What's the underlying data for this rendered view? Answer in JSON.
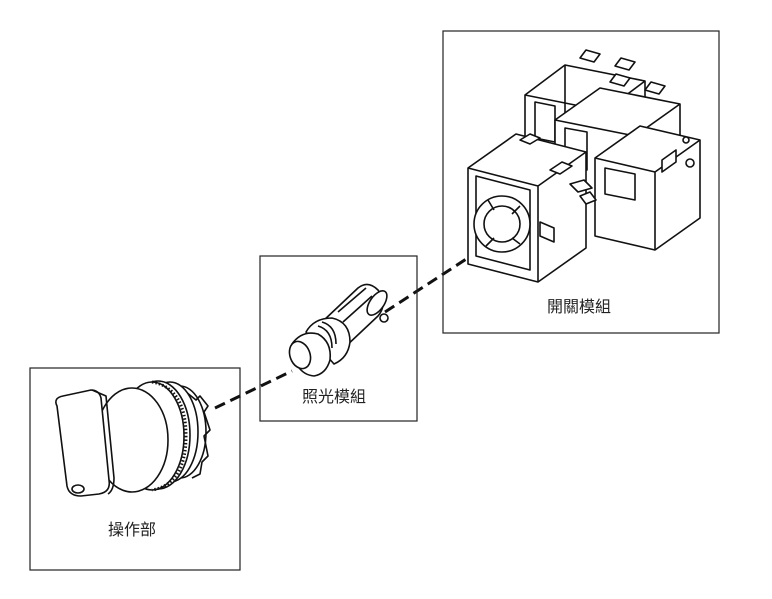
{
  "components": {
    "operator": {
      "label": "操作部"
    },
    "light_module": {
      "label": "照光模組"
    },
    "switch_module": {
      "label": "開關模組"
    }
  },
  "colors": {
    "line": "#111111",
    "frame": "#222222",
    "background": "#ffffff"
  },
  "icons": [
    "selector-switch-operator-illustration",
    "lamp-bulb-illustration",
    "contact-block-stack-illustration"
  ]
}
